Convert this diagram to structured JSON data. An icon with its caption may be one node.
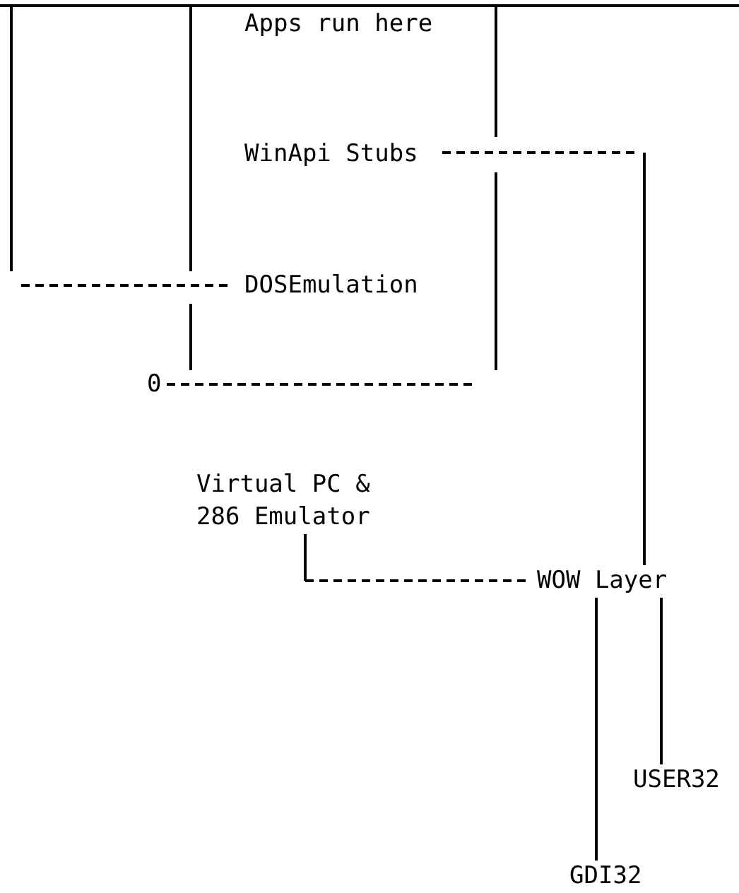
{
  "diagram": {
    "nodes": [
      {
        "text": [
          "Apps run here"
        ]
      },
      {
        "text": [
          "WinApi Stubs"
        ]
      },
      {
        "text": [
          "DOSEmulation"
        ]
      },
      {
        "text": [
          "0"
        ]
      },
      {
        "text": [
          "Virtual PC & 286 Emulator"
        ]
      },
      {
        "text": [
          "WOW Layer"
        ]
      },
      {
        "text": [
          "USER32"
        ]
      },
      {
        "text": [
          "GDI32"
        ]
      }
    ],
    "edges": [
      {
        "from": 1,
        "to": 5,
        "arrow": "none",
        "style": "dashed"
      },
      {
        "from": 4,
        "to": 5,
        "arrow": "none",
        "style": "dashed"
      },
      {
        "from": 5,
        "to": 6,
        "arrow": "none"
      },
      {
        "from": 5,
        "to": 7,
        "arrow": "none"
      },
      {
        "from": null,
        "to": 2,
        "arrow": "none",
        "style": "dashed"
      },
      {
        "from": 3,
        "to": null,
        "arrow": "none",
        "style": "dashed"
      }
    ]
  }
}
